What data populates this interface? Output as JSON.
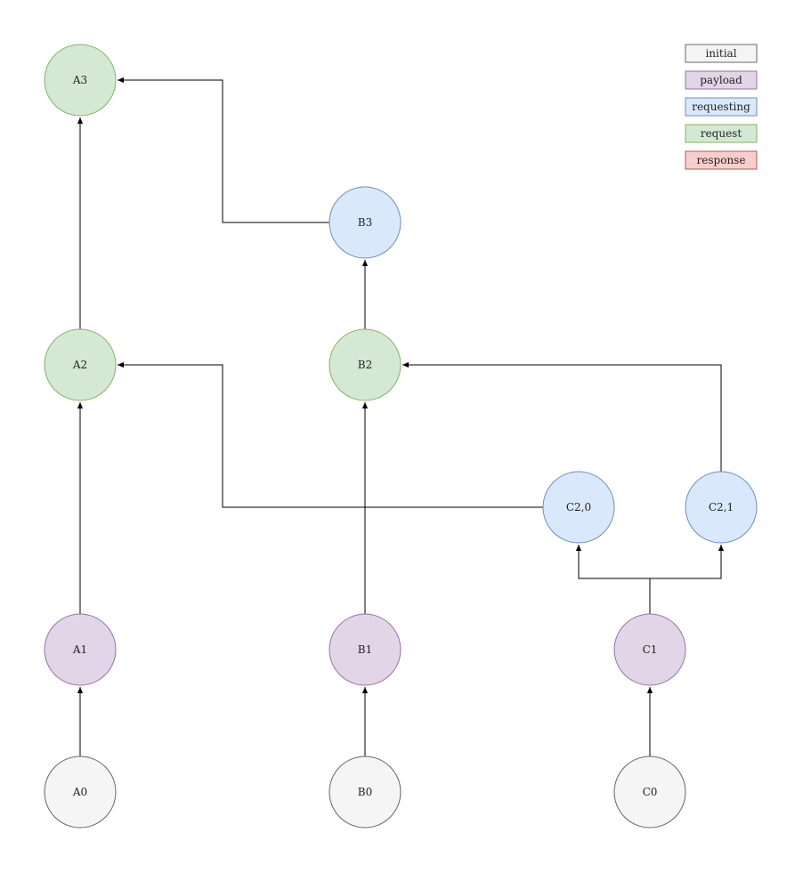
{
  "styles": {
    "initial": {
      "fill": "#f5f5f5",
      "stroke": "#666666"
    },
    "payload": {
      "fill": "#e1d5e7",
      "stroke": "#9673a6"
    },
    "requesting": {
      "fill": "#dae8fc",
      "stroke": "#6c8ebf"
    },
    "request": {
      "fill": "#d5e8d4",
      "stroke": "#82b366"
    },
    "response": {
      "fill": "#f8cecc",
      "stroke": "#b85450"
    }
  },
  "legend": [
    {
      "key": "initial",
      "label": "initial"
    },
    {
      "key": "payload",
      "label": "payload"
    },
    {
      "key": "requesting",
      "label": "requesting"
    },
    {
      "key": "request",
      "label": "request"
    },
    {
      "key": "response",
      "label": "response"
    }
  ],
  "nodes": [
    {
      "id": "A3",
      "label": "A3",
      "state": "request"
    },
    {
      "id": "B3",
      "label": "B3",
      "state": "requesting"
    },
    {
      "id": "A2",
      "label": "A2",
      "state": "request"
    },
    {
      "id": "B2",
      "label": "B2",
      "state": "request"
    },
    {
      "id": "C2_0",
      "label": "C2,0",
      "state": "requesting"
    },
    {
      "id": "C2_1",
      "label": "C2,1",
      "state": "requesting"
    },
    {
      "id": "A1",
      "label": "A1",
      "state": "payload"
    },
    {
      "id": "B1",
      "label": "B1",
      "state": "payload"
    },
    {
      "id": "C1",
      "label": "C1",
      "state": "payload"
    },
    {
      "id": "A0",
      "label": "A0",
      "state": "initial"
    },
    {
      "id": "B0",
      "label": "B0",
      "state": "initial"
    },
    {
      "id": "C0",
      "label": "C0",
      "state": "initial"
    }
  ],
  "edges": [
    {
      "from": "A0",
      "to": "A1"
    },
    {
      "from": "B0",
      "to": "B1"
    },
    {
      "from": "C0",
      "to": "C1"
    },
    {
      "from": "A1",
      "to": "A2"
    },
    {
      "from": "B1",
      "to": "B2"
    },
    {
      "from": "C1",
      "to": "C2_0"
    },
    {
      "from": "C1",
      "to": "C2_1"
    },
    {
      "from": "C2_0",
      "to": "A2"
    },
    {
      "from": "C2_1",
      "to": "B2"
    },
    {
      "from": "A2",
      "to": "A3"
    },
    {
      "from": "B2",
      "to": "B3"
    },
    {
      "from": "B3",
      "to": "A3"
    }
  ]
}
